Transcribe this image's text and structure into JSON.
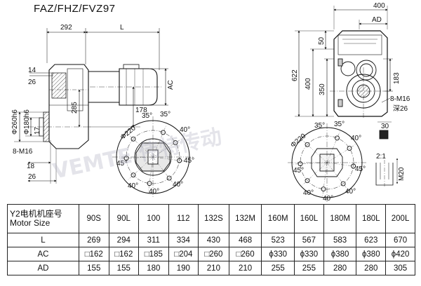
{
  "title": "FAZ/FHZ/FVZ97",
  "watermark": "VEMTE 伟特传动",
  "dims": {
    "d292": "292",
    "dL": "L",
    "d14": "14",
    "d26": "26",
    "dAC": "AC",
    "d285": "285",
    "d178": "178",
    "d260h6": "Φ260h6",
    "d180h6": "Φ180h6",
    "d17": "17",
    "d8m16": "8-M16",
    "d18": "18",
    "d26b": "26",
    "d220": "Φ220",
    "a35a": "35°",
    "a35b": "35°",
    "a40a": "40°",
    "a45a": "45°",
    "a45b": "45°",
    "a40b": "40°",
    "a40c": "40°",
    "a40d": "40°",
    "d400": "400",
    "dAD": "AD",
    "d622": "622",
    "d400v": "400",
    "d350": "350",
    "d50": "50",
    "d183": "183",
    "d8m16b": "8-M16",
    "deep26": "深26",
    "d220b": "Φ220",
    "b35a": "35°",
    "b35b": "35°",
    "b40a": "40°",
    "b45a": "45°",
    "b45b": "45°",
    "b40b": "40°",
    "b40c": "40°",
    "b40d": "40°",
    "d30": "30",
    "ratio": "2:1",
    "m20": "M20"
  },
  "table": {
    "header_cn": "Y2电机机座号",
    "header_en": "Motor Size",
    "sizes": [
      "90S",
      "90L",
      "100",
      "112",
      "132S",
      "132M",
      "160M",
      "160L",
      "180M",
      "180L",
      "200L"
    ],
    "rows": [
      {
        "label": "L",
        "values": [
          {
            "t": "269"
          },
          {
            "t": "294"
          },
          {
            "t": "311"
          },
          {
            "t": "334"
          },
          {
            "t": "430"
          },
          {
            "t": "468"
          },
          {
            "t": "523"
          },
          {
            "t": "567"
          },
          {
            "t": "583"
          },
          {
            "t": "623"
          },
          {
            "t": "670"
          }
        ]
      },
      {
        "label": "AC",
        "values": [
          {
            "p": "□",
            "t": "162"
          },
          {
            "p": "□",
            "t": "162"
          },
          {
            "p": "□",
            "t": "185"
          },
          {
            "p": "□",
            "t": "204"
          },
          {
            "p": "□",
            "t": "260"
          },
          {
            "p": "□",
            "t": "260"
          },
          {
            "p": "ϕ",
            "t": "330"
          },
          {
            "p": "ϕ",
            "t": "330"
          },
          {
            "p": "ϕ",
            "t": "380"
          },
          {
            "p": "ϕ",
            "t": "380"
          },
          {
            "p": "ϕ",
            "t": "420"
          }
        ]
      },
      {
        "label": "AD",
        "values": [
          {
            "t": "155"
          },
          {
            "t": "155"
          },
          {
            "t": "180"
          },
          {
            "t": "190"
          },
          {
            "t": "210"
          },
          {
            "t": "210"
          },
          {
            "t": "255"
          },
          {
            "t": "255"
          },
          {
            "t": "280"
          },
          {
            "t": "280"
          },
          {
            "t": "305"
          }
        ]
      }
    ]
  }
}
